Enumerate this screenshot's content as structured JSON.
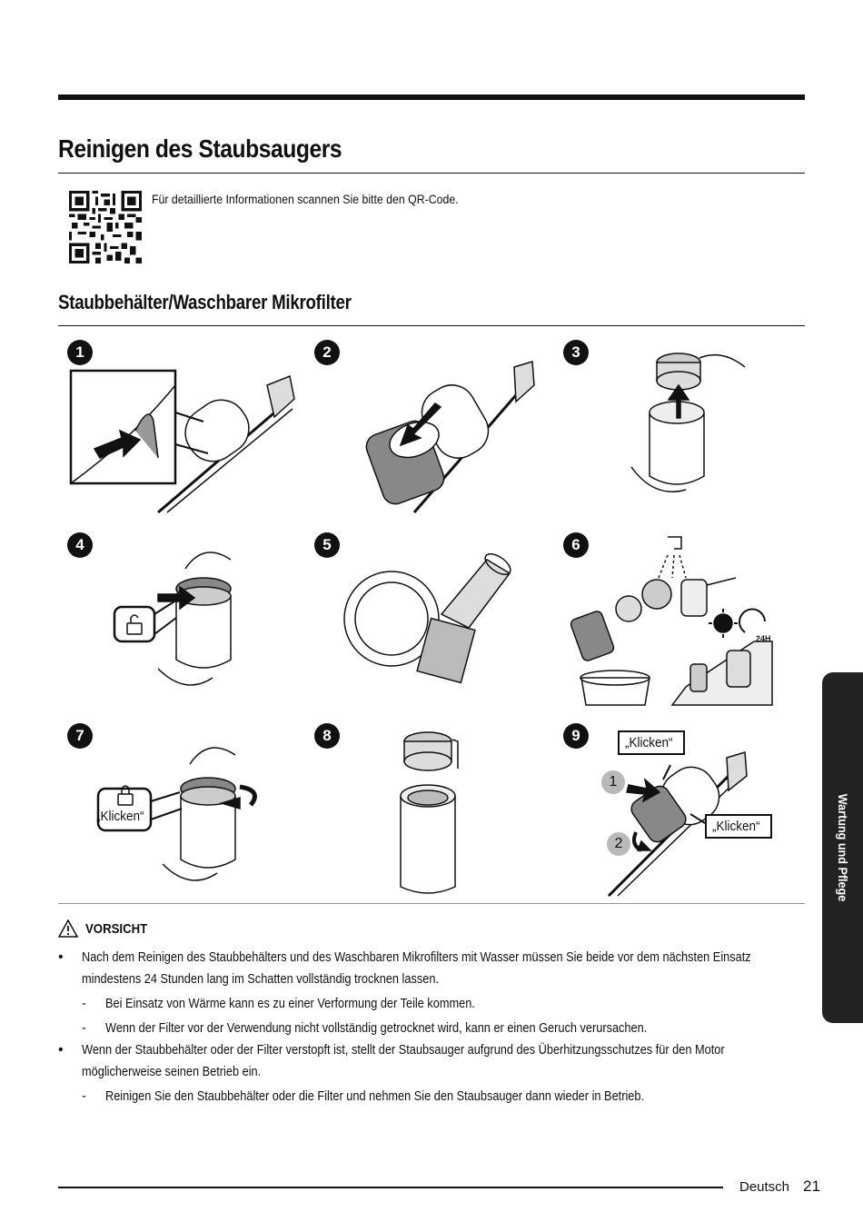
{
  "title": "Reinigen des Staubsaugers",
  "qr_note": "Für detaillierte Informationen scannen Sie bitte den QR-Code.",
  "section_title": "Staubbehälter/Waschbarer Mikrofilter",
  "steps": [
    "1",
    "2",
    "3",
    "4",
    "5",
    "6",
    "7",
    "8",
    "9"
  ],
  "callouts": {
    "step7_click": "„Klicken“",
    "step9_click_top": "„Klicken“",
    "step9_click_bottom": "„Klicken“",
    "step9_num1": "1",
    "step9_num2": "2",
    "step6_timer": "24H"
  },
  "caution": {
    "heading": "VORSICHT",
    "items": [
      {
        "text": "Nach dem Reinigen des Staubbehälters und des Waschbaren Mikrofilters mit Wasser müssen Sie beide vor dem nächsten Einsatz mindestens 24 Stunden lang im Schatten vollständig trocknen lassen.",
        "subs": [
          "Bei Einsatz von Wärme kann es zu einer Verformung der Teile kommen.",
          "Wenn der Filter vor der Verwendung nicht vollständig getrocknet wird, kann er einen Geruch verursachen."
        ]
      },
      {
        "text": "Wenn der Staubbehälter oder der Filter verstopft ist, stellt der Staubsauger aufgrund des Überhitzungsschutzes für den Motor möglicherweise seinen Betrieb ein.",
        "subs": [
          "Reinigen Sie den Staubbehälter oder die Filter und nehmen Sie den Staubsauger dann wieder in Betrieb."
        ]
      }
    ]
  },
  "side_tab": "Wartung und Pflege",
  "footer": {
    "language": "Deutsch",
    "page": "21"
  }
}
